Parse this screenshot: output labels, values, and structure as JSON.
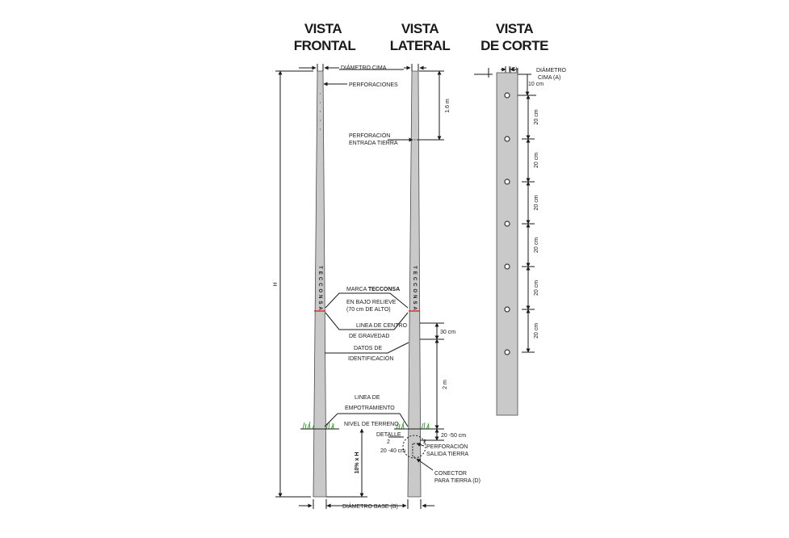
{
  "views": {
    "frontal": [
      "VISTA",
      "FRONTAL"
    ],
    "lateral": [
      "VISTA",
      "LATERAL"
    ],
    "corte": [
      "VISTA",
      "DE CORTE"
    ]
  },
  "labels": {
    "diametro_cima": "DIÁMETRO CIMA",
    "perforaciones": "PERFORACIONES",
    "perforacion_entrada": [
      "PERFORACIÓN",
      "ENTRADA TIERRA"
    ],
    "marca_prefix": "MARCA ",
    "marca_brand": "TECCONSA",
    "bajo_relieve": [
      "EN BAJO RELIEVE",
      "(70 cm DE ALTO)"
    ],
    "linea_centro": [
      "LINEA DE CENTRO",
      "DE GRAVEDAD"
    ],
    "datos": [
      "DATOS DE",
      "IDENTIFICACIÓN"
    ],
    "linea_empotramiento": [
      "LINEA DE",
      "EMPOTRAMIENTO"
    ],
    "nivel_terreno": "NIVEL DE TERRENO",
    "detalle": "DETALLE",
    "perforacion_salida": [
      "PERFORACIÓN",
      "SALIDA TIERRA"
    ],
    "conector": [
      "CONECTOR",
      "PARA TIERRA (D)"
    ],
    "diametro_base": "DIÁMETRO BASE (B)",
    "diametro_cima_a": [
      "DIÁMETRO",
      "CIMA (A)"
    ],
    "c_mark": "(C)",
    "brand_vertical": "TECCONSA"
  },
  "dims": {
    "h": "H",
    "d16": "1.6 m",
    "d30": "30 cm",
    "d2m": "2 m",
    "d2050": "20 -50 cm",
    "d2040": "20 -40 cm",
    "pct": "10% x H",
    "ten": "10 cm",
    "twenty": "20 cm",
    "two": "2"
  }
}
